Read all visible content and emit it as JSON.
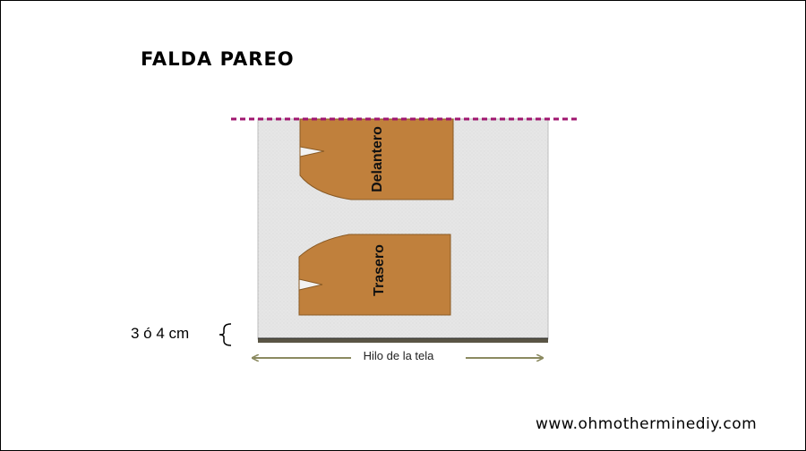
{
  "title": "FALDA PAREO",
  "pieces": {
    "front_label": "Delantero",
    "back_label": "Trasero"
  },
  "seam_allowance_label": "3 ó 4 cm",
  "grain_label": "Hilo de la tela",
  "website": "www.ohmotherminediy.com",
  "colors": {
    "pattern_piece": "#c0803c",
    "fabric": "#e6e6e6",
    "fold_line": "#a0166f",
    "grain_arrow": "#8b8a60",
    "hem_band": "#5a5545"
  }
}
